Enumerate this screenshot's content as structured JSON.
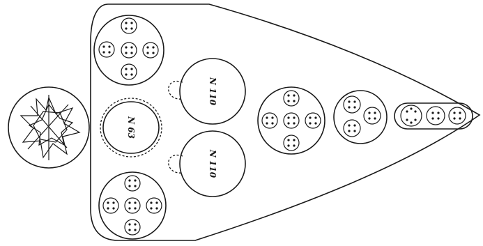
{
  "labels": {
    "n63": "N 63",
    "n110_upper": "N 110",
    "n110_lower": "N 110"
  },
  "colors": {
    "ink": "#1a1a1a",
    "paper": "#ffffff"
  }
}
